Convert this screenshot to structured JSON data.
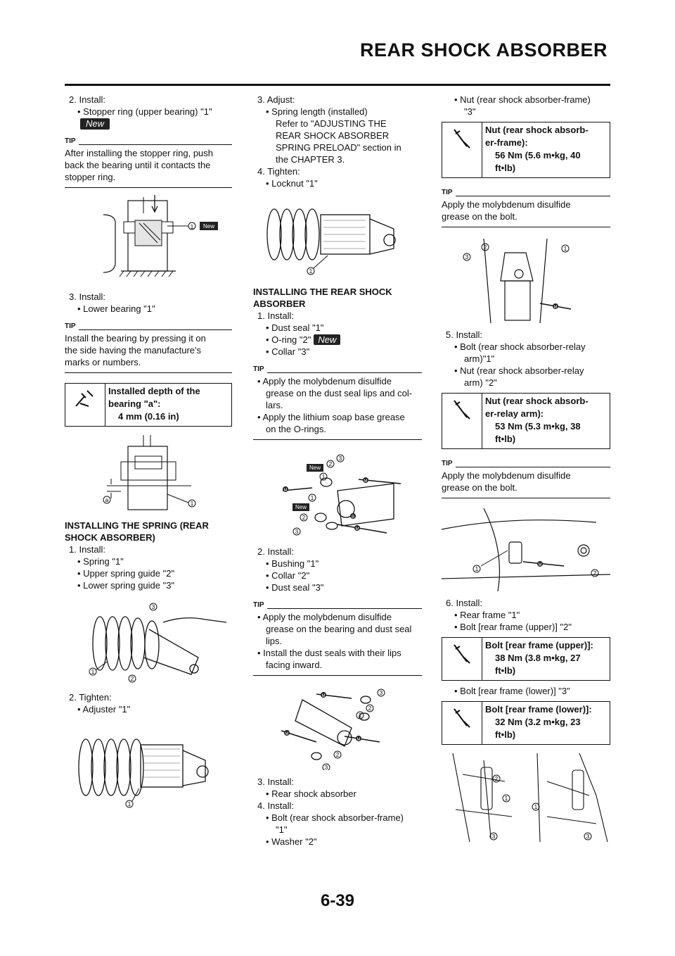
{
  "page": {
    "title": "REAR SHOCK ABSORBER",
    "page_number": "6-39"
  },
  "labels": {
    "new": "New",
    "tip": "TIP",
    "n1": "1",
    "n2": "2",
    "n3": "3",
    "na": "a",
    "m": "M",
    "b": "B"
  },
  "col1": {
    "s2": "2. Install:",
    "s2b": "• Stopper ring (upper bearing) \"1\"",
    "tip1_l1": "After installing the stopper ring, push",
    "tip1_l2": "back the bearing until it contacts the",
    "tip1_l3": "stopper ring.",
    "s3": "3. Install:",
    "s3b": "• Lower bearing \"1\"",
    "tip2_l1": "Install the bearing by pressing it on",
    "tip2_l2": "the side having the manufacture's",
    "tip2_l3": "marks or numbers.",
    "spec_l1": "Installed depth of the",
    "spec_l2": "bearing \"a\":",
    "spec_l3": "4 mm (0.16 in)",
    "h1_l1": "INSTALLING THE SPRING (REAR",
    "h1_l2": "SHOCK ABSORBER)",
    "i1": "1. Install:",
    "i1a": "• Spring \"1\"",
    "i1b": "• Upper spring guide \"2\"",
    "i1c": "• Lower spring guide \"3\"",
    "i2": "2. Tighten:",
    "i2a": "• Adjuster \"1\""
  },
  "col2": {
    "a3": "3. Adjust:",
    "a3a": "• Spring length (installed)",
    "a3b": "Refer to \"ADJUSTING THE",
    "a3c": "REAR SHOCK ABSORBER",
    "a3d": "SPRING PRELOAD\" section in",
    "a3e": "the CHAPTER 3.",
    "a4": "4. Tighten:",
    "a4a": "• Locknut \"1\"",
    "h2_l1": "INSTALLING THE REAR SHOCK",
    "h2_l2": "ABSORBER",
    "r1": "1. Install:",
    "r1a": "• Dust seal \"1\"",
    "r1b": "• O-ring \"2\"",
    "r1c": "• Collar \"3\"",
    "tip3_l1": "• Apply the molybdenum disulfide",
    "tip3_l2": "grease on the dust seal lips and col-",
    "tip3_l3": "lars.",
    "tip3_l4": "• Apply the lithium soap base grease",
    "tip3_l5": "on the O-rings.",
    "r2": "2. Install:",
    "r2a": "• Bushing \"1\"",
    "r2b": "• Collar \"2\"",
    "r2c": "• Dust seal \"3\"",
    "tip4_l1": "• Apply the molybdenum disulfide",
    "tip4_l2": "grease on the bearing and dust seal",
    "tip4_l3": "lips.",
    "tip4_l4": "• Install the dust seals with their lips",
    "tip4_l5": "facing inward.",
    "r3": "3. Install:",
    "r3a": "• Rear shock absorber",
    "r4": "4. Install:",
    "r4a": "• Bolt (rear shock absorber-frame)",
    "r4b": "\"1\"",
    "r4c": "• Washer \"2\""
  },
  "col3": {
    "n1": "• Nut (rear shock absorber-frame)",
    "n2": "\"3\"",
    "spec1_l1": "Nut (rear shock absorb-",
    "spec1_l2": "er-frame):",
    "spec1_l3": "56 Nm (5.6 m•kg, 40",
    "spec1_l4": "ft•lb)",
    "tip5_l1": "Apply the molybdenum disulfide",
    "tip5_l2": "grease on the bolt.",
    "s5": "5. Install:",
    "s5a": "• Bolt (rear shock absorber-relay",
    "s5b": "arm)\"1\"",
    "s5c": "• Nut (rear shock absorber-relay",
    "s5d": "arm) \"2\"",
    "spec2_l1": "Nut (rear shock absorb-",
    "spec2_l2": "er-relay arm):",
    "spec2_l3": "53 Nm (5.3 m•kg, 38",
    "spec2_l4": "ft•lb)",
    "tip6_l1": "Apply the molybdenum disulfide",
    "tip6_l2": "grease on the bolt.",
    "s6": "6. Install:",
    "s6a": "• Rear frame \"1\"",
    "s6b": "• Bolt [rear frame (upper)] \"2\"",
    "spec3_l1": "Bolt [rear frame (upper)]:",
    "spec3_l2": "38 Nm (3.8 m•kg, 27",
    "spec3_l3": "ft•lb)",
    "s6c": "• Bolt [rear frame (lower)] \"3\"",
    "spec4_l1": "Bolt [rear frame (lower)]:",
    "spec4_l2": "32 Nm (3.2 m•kg, 23",
    "spec4_l3": "ft•lb)"
  }
}
